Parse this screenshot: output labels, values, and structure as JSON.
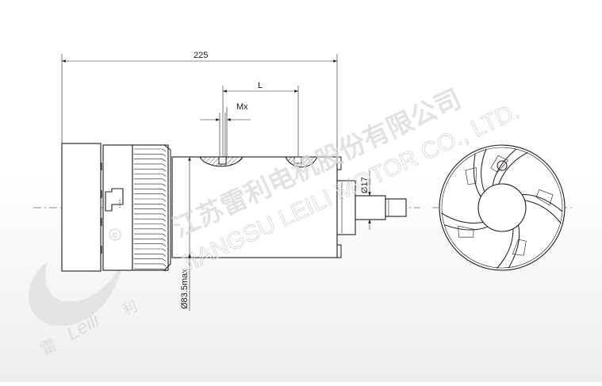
{
  "drawing": {
    "overall_length_label": "225",
    "hole_spacing_label": "L",
    "thread_label": "Mx",
    "shaft_diameter_label": "Ø17",
    "body_diameter_label": "Ø83.5max"
  },
  "watermark": {
    "company_cn": "江苏雷利电机股份有限公司",
    "company_en": "JIANGSU LEILI MOTOR CO., LTD.",
    "logo_text": "Leili",
    "logo_cn_left": "雷",
    "logo_cn_right": "利",
    "registered_mark": "®"
  },
  "colors": {
    "line": "#231815",
    "watermark": "#d9d9d9"
  }
}
